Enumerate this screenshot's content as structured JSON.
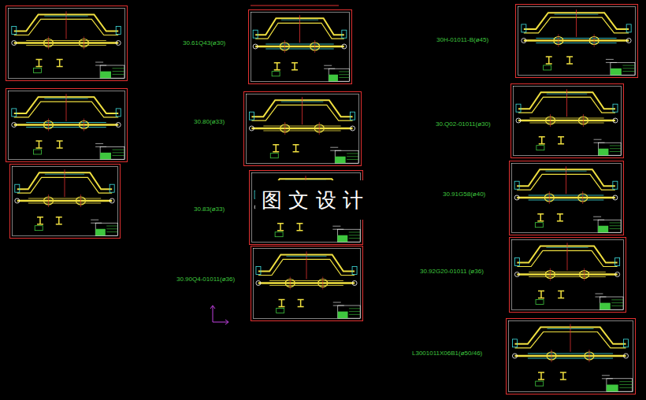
{
  "diagram": {
    "labels": [
      "30.61Q43(ø30)",
      "30.80(ø33)",
      "30.83(ø33)",
      "30.90Q4-01011(ø36)",
      "30H-01011-B(ø45)",
      "30.Q02-01011(ø30)",
      "30.91G58(ø40)",
      "30.92G20-01011 (ø36)",
      "L3001011X06B1(ø50/46)",
      "图 文 设 计"
    ]
  }
}
